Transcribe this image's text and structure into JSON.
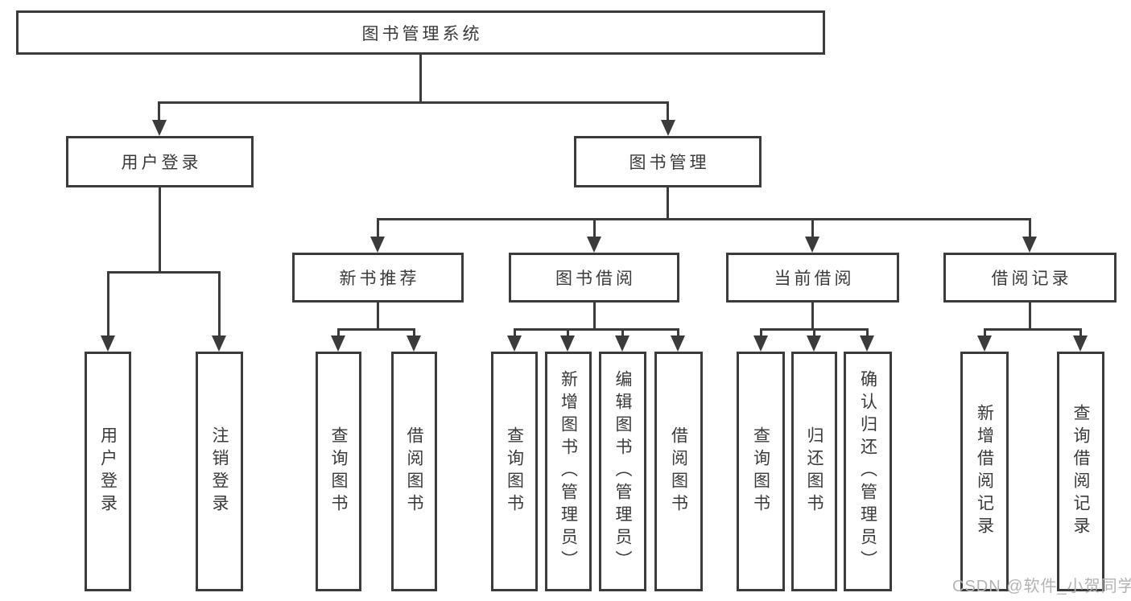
{
  "nodes": {
    "root": {
      "label": "图书管理系统"
    },
    "user_login": {
      "label": "用户登录"
    },
    "book_mgmt": {
      "label": "图书管理"
    },
    "new_book_rec": {
      "label": "新书推荐"
    },
    "book_borrow": {
      "label": "图书借阅"
    },
    "current_borrow": {
      "label": "当前借阅"
    },
    "borrow_record": {
      "label": "借阅记录"
    },
    "leaf_user_login": {
      "label": "用户登录"
    },
    "leaf_logout": {
      "label": "注销登录"
    },
    "leaf_query_book_1": {
      "label": "查询图书"
    },
    "leaf_borrow_book_1": {
      "label": "借阅图书"
    },
    "leaf_query_book_2": {
      "label": "查询图书"
    },
    "leaf_add_book": {
      "label": "新增图书（管理员）"
    },
    "leaf_edit_book": {
      "label": "编辑图书（管理员）"
    },
    "leaf_borrow_book_2": {
      "label": "借阅图书"
    },
    "leaf_query_book_3": {
      "label": "查询图书"
    },
    "leaf_return_book": {
      "label": "归还图书"
    },
    "leaf_confirm_return": {
      "label": "确认归还（管理员）"
    },
    "leaf_add_record": {
      "label": "新增借阅记录"
    },
    "leaf_query_record": {
      "label": "查询借阅记录"
    }
  },
  "watermark": {
    "text": "CSDN @软件_小贺同学"
  },
  "colors": {
    "line": "#3b3b3b",
    "text": "#3a3a3a",
    "watermark": "#b3b3b3",
    "background": "#ffffff"
  }
}
